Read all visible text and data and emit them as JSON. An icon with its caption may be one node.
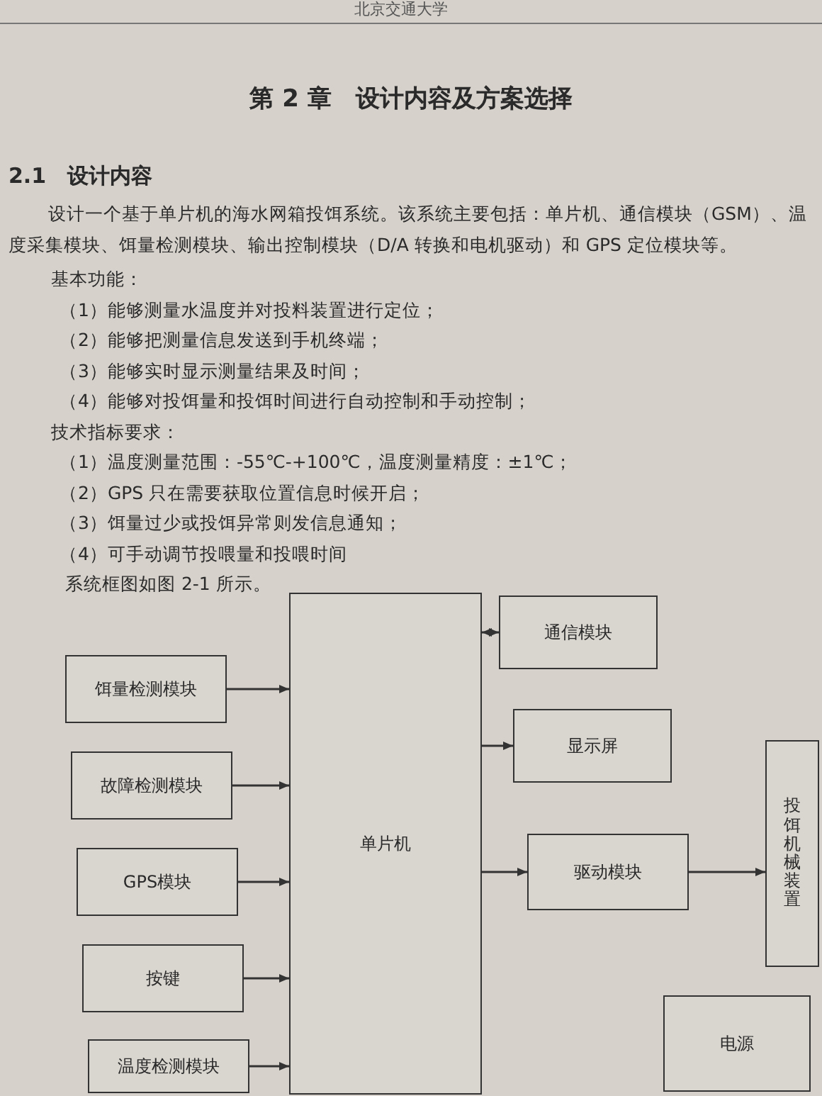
{
  "diagram": {
    "title": "第 2 章　设计内容及方案选择",
    "nodes": [
      {
        "text": [
          "饵量检测模块"
        ]
      },
      {
        "text": [
          "故障检测模块"
        ]
      },
      {
        "text": [
          "GPS模块"
        ]
      },
      {
        "text": [
          "按键"
        ]
      },
      {
        "text": [
          "温度检测模块"
        ]
      },
      {
        "text": [
          "单片机"
        ]
      },
      {
        "text": [
          "通信模块"
        ]
      },
      {
        "text": [
          "显示屏"
        ]
      },
      {
        "text": [
          "驱动模块"
        ]
      },
      {
        "text": [
          "投饵机械装置"
        ]
      },
      {
        "text": [
          "电源"
        ]
      }
    ],
    "edges": [
      {
        "from": 0,
        "to": 5,
        "arrow": "to"
      },
      {
        "from": 1,
        "to": 5,
        "arrow": "to"
      },
      {
        "from": 2,
        "to": 5,
        "arrow": "to"
      },
      {
        "from": 3,
        "to": 5,
        "arrow": "to"
      },
      {
        "from": 4,
        "to": 5,
        "arrow": "to"
      },
      {
        "from": 5,
        "to": 6,
        "arrow": "both"
      },
      {
        "from": 5,
        "to": 7,
        "arrow": "to"
      },
      {
        "from": 5,
        "to": 8,
        "arrow": "to"
      },
      {
        "from": 8,
        "to": 9,
        "arrow": "to"
      }
    ],
    "labels": [
      "北京交通大学",
      "2.1　设计内容",
      "设计一个基于单片机的海水网箱投饵系统。该系统主要包括：单片机、通信模块（GSM）、温度采集模块、饵量检测模块、输出控制模块（D/A 转换和电机驱动）和 GPS 定位模块等。",
      "基本功能：",
      "（1）能够测量水温度并对投料装置进行定位；",
      "（2）能够把测量信息发送到手机终端；",
      "（3）能够实时显示测量结果及时间；",
      "（4）能够对投饵量和投饵时间进行自动控制和手动控制；",
      "技术指标要求：",
      "（1）温度测量范围：-55℃-+100℃，温度测量精度：±1℃；",
      "（2）GPS 只在需要获取位置信息时候开启；",
      "（3）饵量过少或投饵异常则发信息通知；",
      "（4）可手动调节投喂量和投喂时间",
      "系统框图如图 2-1 所示。"
    ]
  }
}
